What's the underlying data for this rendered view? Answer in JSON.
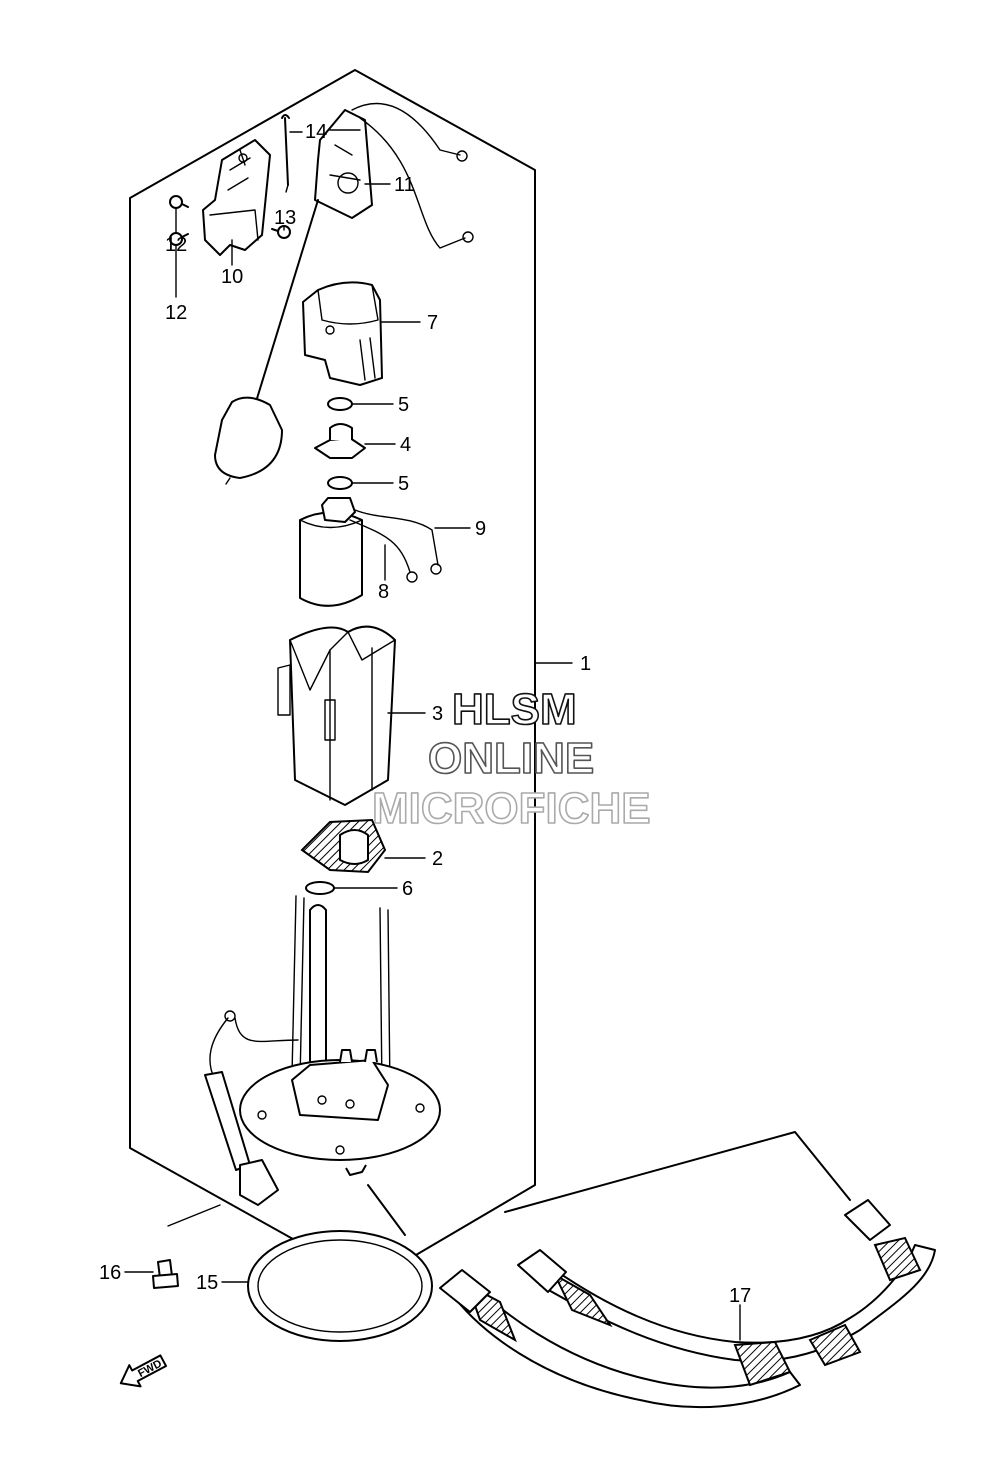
{
  "callouts": {
    "c1": "1",
    "c2": "2",
    "c3": "3",
    "c4": "4",
    "c5a": "5",
    "c5b": "5",
    "c6": "6",
    "c7": "7",
    "c8": "8",
    "c9": "9",
    "c10": "10",
    "c11": "11",
    "c12a": "12",
    "c12b": "12",
    "c13": "13",
    "c14": "14",
    "c15": "15",
    "c16": "16",
    "c17": "17"
  },
  "watermark": {
    "line1": "HLSM",
    "line2": "ONLINE",
    "line3": "MICROFICHE"
  },
  "direction_arrow": {
    "label": "FWD",
    "icon": "fwd-arrow-icon"
  },
  "colors": {
    "ink": "#000000",
    "background": "#ffffff"
  }
}
